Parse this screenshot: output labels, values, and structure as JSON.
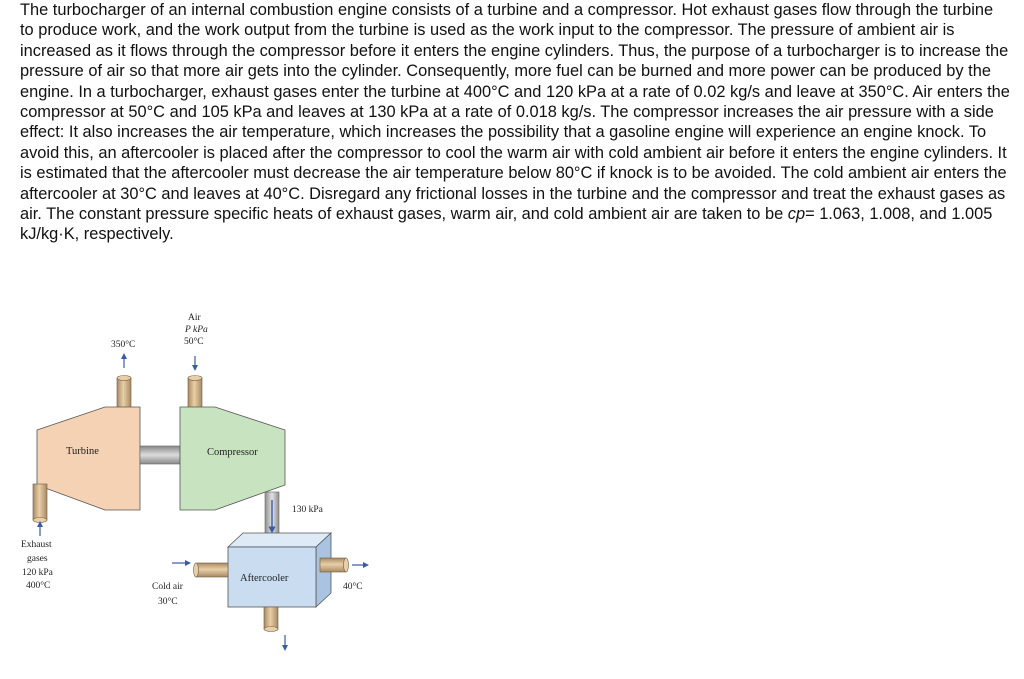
{
  "problem": {
    "text_main": "The turbocharger of an internal combustion engine consists of a turbine and a compressor. Hot exhaust gases flow through the turbine to produce work, and the work output from the turbine is used as the work input to the compressor. The pressure of ambient air is increased as it flows through the compressor before it enters the engine cylinders. Thus, the purpose of a turbocharger is to increase the pressure of air so that more air gets into the cylinder. Consequently, more fuel can be burned and more power can be produced by the engine. In a turbocharger, exhaust gases enter the turbine at 400°C and 120 kPa at a rate of 0.02 kg/s and leave at 350°C. Air enters the compressor at 50°C and 105 kPa and leaves at 130 kPa at a rate of 0.018 kg/s. The compressor increases the air pressure with a side effect: It also increases the air temperature, which increases the possibility that a gasoline engine will experience an engine knock. To avoid this, an aftercooler is placed after the compressor to cool the warm air with cold ambient air before it enters the engine cylinders. It is estimated that the aftercooler must decrease the air temperature below 80°C if knock is to be avoided. The cold ambient air enters the aftercooler at 30°C and leaves at 40°C. Disregard any frictional losses in the turbine and the compressor and treat the exhaust gases as air. The constant pressure specific heats of exhaust gases, warm air, and cold ambient air are taken to be ",
    "cp_symbol": "cp",
    "text_tail": "= 1.063, 1.008, and 1.005 kJ/kg·K, respectively."
  },
  "figure": {
    "turbine_label": "Turbine",
    "compressor_label": "Compressor",
    "aftercooler_label": "Aftercooler",
    "turbine_exit_temp": "350°C",
    "air_inlet_line1": "Air",
    "air_inlet_line2": "P kPa",
    "air_inlet_line3": "50°C",
    "compressor_exit_pressure": "130 kPa",
    "exhaust_line1": "Exhaust",
    "exhaust_line2": "gases",
    "exhaust_line3": "120 kPa",
    "exhaust_line4": "400°C",
    "cold_air_line1": "Cold air",
    "cold_air_line2": "30°C",
    "cold_air_exit_temp": "40°C"
  },
  "colors": {
    "turbine_fill": "#f5d2b4",
    "compressor_fill": "#c8e3c0",
    "aftercooler_front": "#c9dcf0",
    "aftercooler_top": "#dfeaf7",
    "aftercooler_side": "#a9c3e0",
    "shaft_fill": "#aaaaaa",
    "pipe_fill": "#dab98f",
    "arrow": "#3b5ba8"
  }
}
